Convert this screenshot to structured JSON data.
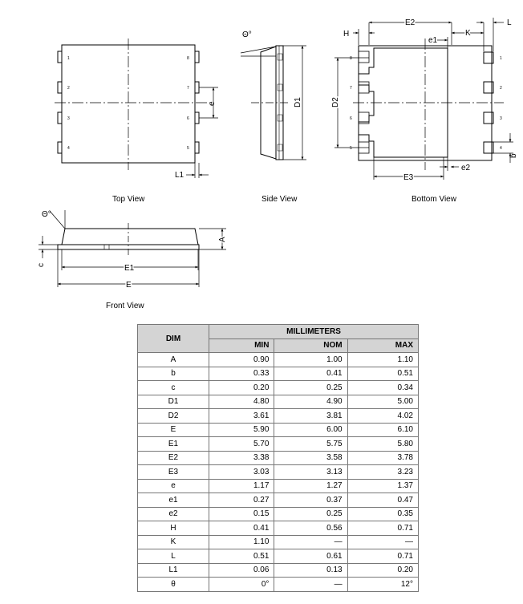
{
  "views": {
    "top": "Top View",
    "side": "Side View",
    "bottom": "Bottom View",
    "front": "Front View"
  },
  "labels": {
    "theta": "Θ°",
    "e": "e",
    "d1": "D1",
    "l1": "L1",
    "h": "H",
    "e2_dim": "E2",
    "e1": "e1",
    "k": "K",
    "l": "L",
    "d2": "D2",
    "e3": "E3",
    "e2_small": "e2",
    "b": "b",
    "a": "A",
    "c": "c",
    "front_e1": "E1",
    "front_e": "E"
  },
  "pins": {
    "top_left": [
      "1",
      "2",
      "3",
      "4"
    ],
    "top_right": [
      "8",
      "7",
      "6",
      "5"
    ],
    "bottom_left": [
      "8",
      "7",
      "6",
      "5"
    ],
    "bottom_right": [
      "1",
      "2",
      "3",
      "4"
    ]
  },
  "table": {
    "dim_header": "DIM",
    "group_header": "MILLIMETERS",
    "col_min": "MIN",
    "col_nom": "NOM",
    "col_max": "MAX",
    "rows": [
      {
        "dim": "A",
        "min": "0.90",
        "nom": "1.00",
        "max": "1.10"
      },
      {
        "dim": "b",
        "min": "0.33",
        "nom": "0.41",
        "max": "0.51"
      },
      {
        "dim": "c",
        "min": "0.20",
        "nom": "0.25",
        "max": "0.34"
      },
      {
        "dim": "D1",
        "min": "4.80",
        "nom": "4.90",
        "max": "5.00"
      },
      {
        "dim": "D2",
        "min": "3.61",
        "nom": "3.81",
        "max": "4.02"
      },
      {
        "dim": "E",
        "min": "5.90",
        "nom": "6.00",
        "max": "6.10"
      },
      {
        "dim": "E1",
        "min": "5.70",
        "nom": "5.75",
        "max": "5.80"
      },
      {
        "dim": "E2",
        "min": "3.38",
        "nom": "3.58",
        "max": "3.78"
      },
      {
        "dim": "E3",
        "min": "3.03",
        "nom": "3.13",
        "max": "3.23"
      },
      {
        "dim": "e",
        "min": "1.17",
        "nom": "1.27",
        "max": "1.37"
      },
      {
        "dim": "e1",
        "min": "0.27",
        "nom": "0.37",
        "max": "0.47"
      },
      {
        "dim": "e2",
        "min": "0.15",
        "nom": "0.25",
        "max": "0.35"
      },
      {
        "dim": "H",
        "min": "0.41",
        "nom": "0.56",
        "max": "0.71"
      },
      {
        "dim": "K",
        "min": "1.10",
        "nom": "—",
        "max": "—"
      },
      {
        "dim": "L",
        "min": "0.51",
        "nom": "0.61",
        "max": "0.71"
      },
      {
        "dim": "L1",
        "min": "0.06",
        "nom": "0.13",
        "max": "0.20"
      },
      {
        "dim": "θ",
        "min": "0°",
        "nom": "—",
        "max": "12°"
      }
    ]
  }
}
